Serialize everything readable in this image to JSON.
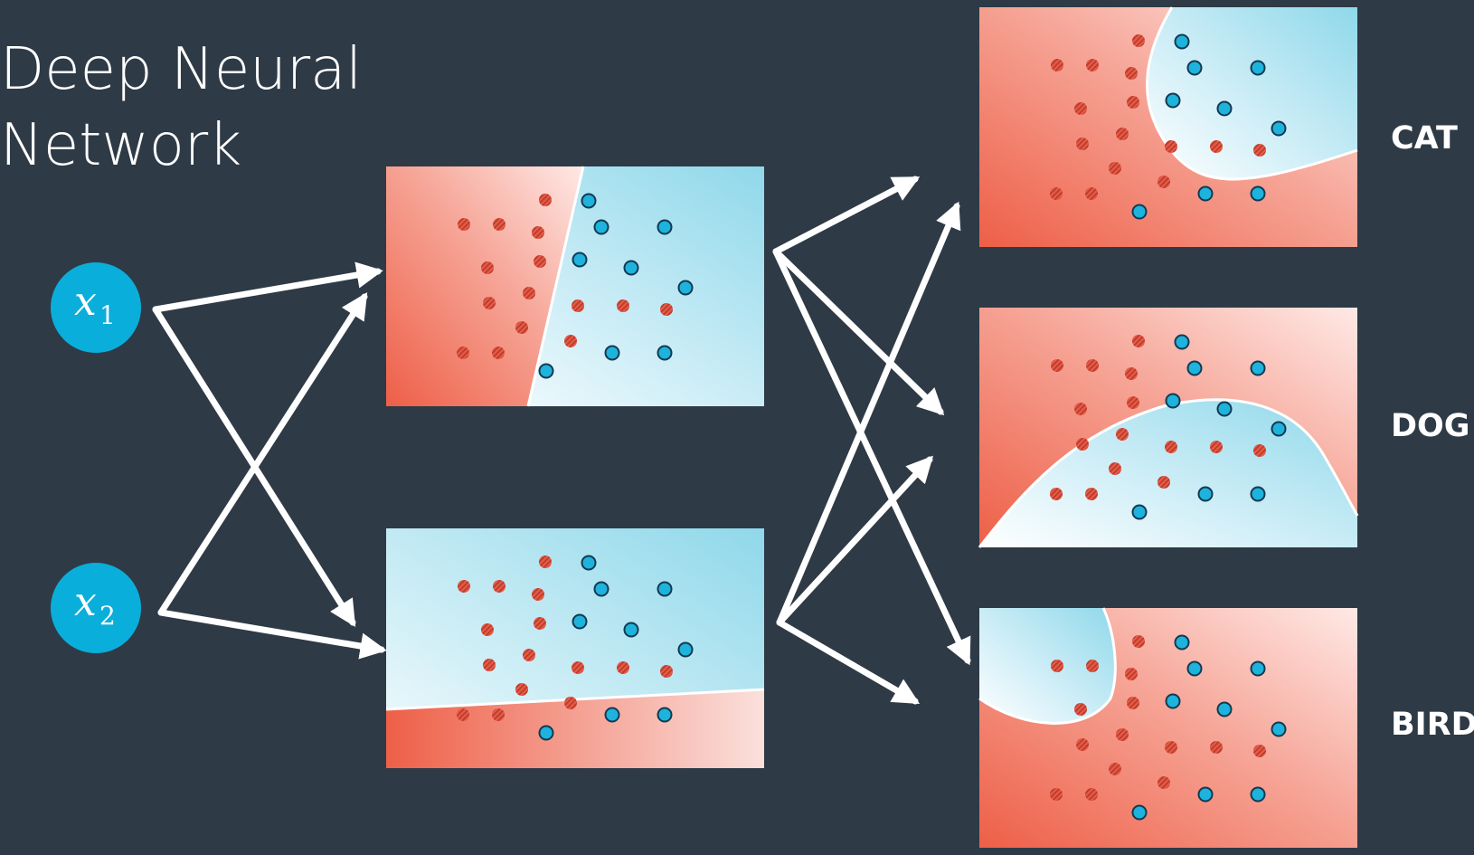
{
  "title": {
    "line1": "Deep Neural",
    "line2": "Network"
  },
  "inputs": [
    {
      "symbol": "x",
      "subscript": "1"
    },
    {
      "symbol": "x",
      "subscript": "2"
    }
  ],
  "classes": [
    "CAT",
    "DOG",
    "BIRD"
  ],
  "colors": {
    "background": "#2e3a46",
    "red_region": "#ee5f47",
    "blue_region": "#8fd8ea",
    "red_point": "#e55a46",
    "blue_point": "#1eb3dc",
    "node": "#0aaedb",
    "arrow": "#ffffff"
  }
}
